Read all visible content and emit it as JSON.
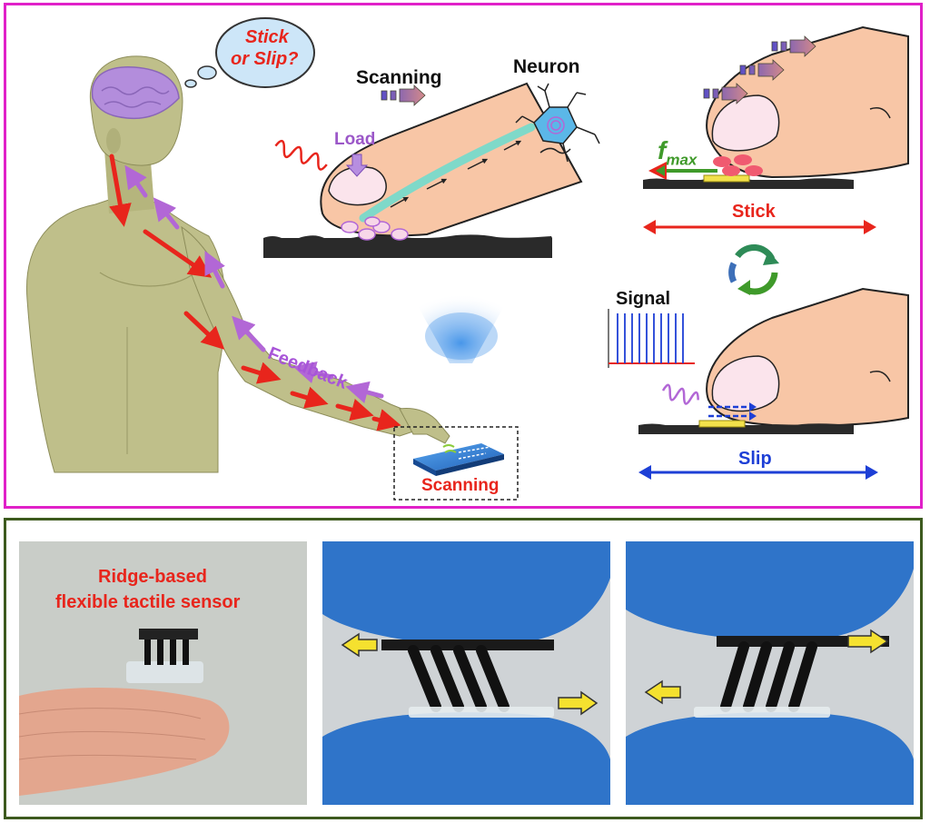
{
  "top_panel": {
    "thought_bubble": {
      "line1": "Stick",
      "line2": "or Slip?"
    },
    "scanning_top": "Scanning",
    "neuron": "Neuron",
    "load": "Load",
    "feedback": "Feedback",
    "scanning_bottom": "Scanning",
    "f_max": {
      "symbol": "f",
      "subscript": "max"
    },
    "stick": "Stick",
    "signal": "Signal",
    "slip": "Slip"
  },
  "bottom_panel": {
    "sensor_caption": {
      "line1": "Ridge-based",
      "line2": "flexible tactile sensor"
    }
  },
  "colors": {
    "top_border": "#e020c8",
    "bottom_border": "#3d5a1e",
    "red": "#e8251c",
    "purple": "#b267d6",
    "blue": "#1d3fd6",
    "green": "#3f9a2a",
    "glove_blue": "#2f74c9",
    "skin": "#f8c6a6",
    "body": "#bfbf8a"
  }
}
